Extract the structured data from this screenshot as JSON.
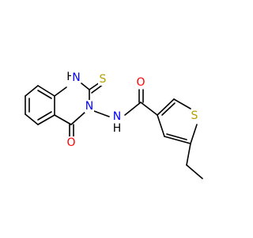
{
  "atoms": [
    {
      "label": "H",
      "role": "hydrogen-ring-N1",
      "color": "#000000"
    },
    {
      "label": "N",
      "role": "ring-nitrogen-N1",
      "color": "#0000ff"
    },
    {
      "label": "S",
      "role": "thione-sulfur",
      "color": "#b3a100"
    },
    {
      "label": "N",
      "role": "ring-nitrogen-N3",
      "color": "#0000ff"
    },
    {
      "label": "O",
      "role": "ring-carbonyl-oxygen",
      "color": "#ff0000"
    },
    {
      "label": "N",
      "role": "amide-nitrogen",
      "color": "#0000ff"
    },
    {
      "label": "H",
      "role": "amide-hydrogen",
      "color": "#000000"
    },
    {
      "label": "O",
      "role": "amide-carbonyl-oxygen",
      "color": "#ff0000"
    },
    {
      "label": "S",
      "role": "thiophene-sulfur",
      "color": "#b3a100"
    }
  ]
}
